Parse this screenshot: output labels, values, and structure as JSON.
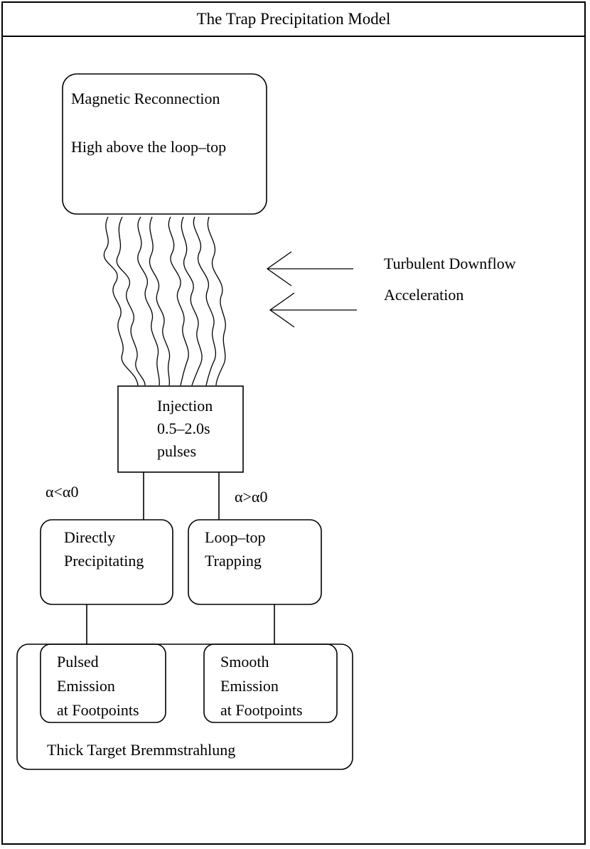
{
  "title": "The Trap Precipitation Model",
  "nodes": {
    "reconnection": {
      "line1": "Magnetic Reconnection",
      "line2": "High above the loop–top"
    },
    "turbulent": {
      "line1": "Turbulent Downflow",
      "line2": "Acceleration"
    },
    "injection": {
      "line1": "Injection",
      "line2": "0.5–2.0s",
      "line3": "pulses"
    },
    "direct": {
      "line1": "Directly",
      "line2": "Precipitating"
    },
    "trapping": {
      "line1": "Loop–top",
      "line2": "Trapping"
    },
    "pulsed": {
      "line1": "Pulsed",
      "line2": "Emission",
      "line3": "at Footpoints"
    },
    "smooth": {
      "line1": "Smooth",
      "line2": "Emission",
      "line3": "at Footpoints"
    },
    "thick_target": {
      "label": "Thick Target Bremmstrahlung"
    }
  },
  "branch_labels": {
    "left": "α<α0",
    "right": "α>α0"
  }
}
